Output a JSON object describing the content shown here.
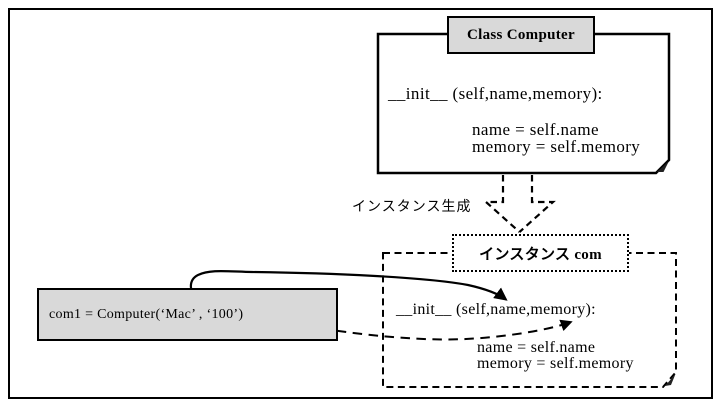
{
  "diagram": {
    "class_box": {
      "title": "Class Computer",
      "init_line": "__init__ (self,name,memory):",
      "body_lines": [
        "name = self.name",
        "memory = self.memory"
      ]
    },
    "instance_box": {
      "title": "インスタンス com",
      "init_line": "__init__ (self,name,memory):",
      "body_lines": [
        "name = self.name",
        "memory = self.memory"
      ]
    },
    "code_box": {
      "text": "com1 = Computer(‘Mac’ , ‘100’)"
    },
    "labels": {
      "instance_creation": "インスタンス生成"
    },
    "colors": {
      "background": "#ffffff",
      "line": "#000000",
      "box_fill_gray": "#d9d9d9"
    }
  }
}
